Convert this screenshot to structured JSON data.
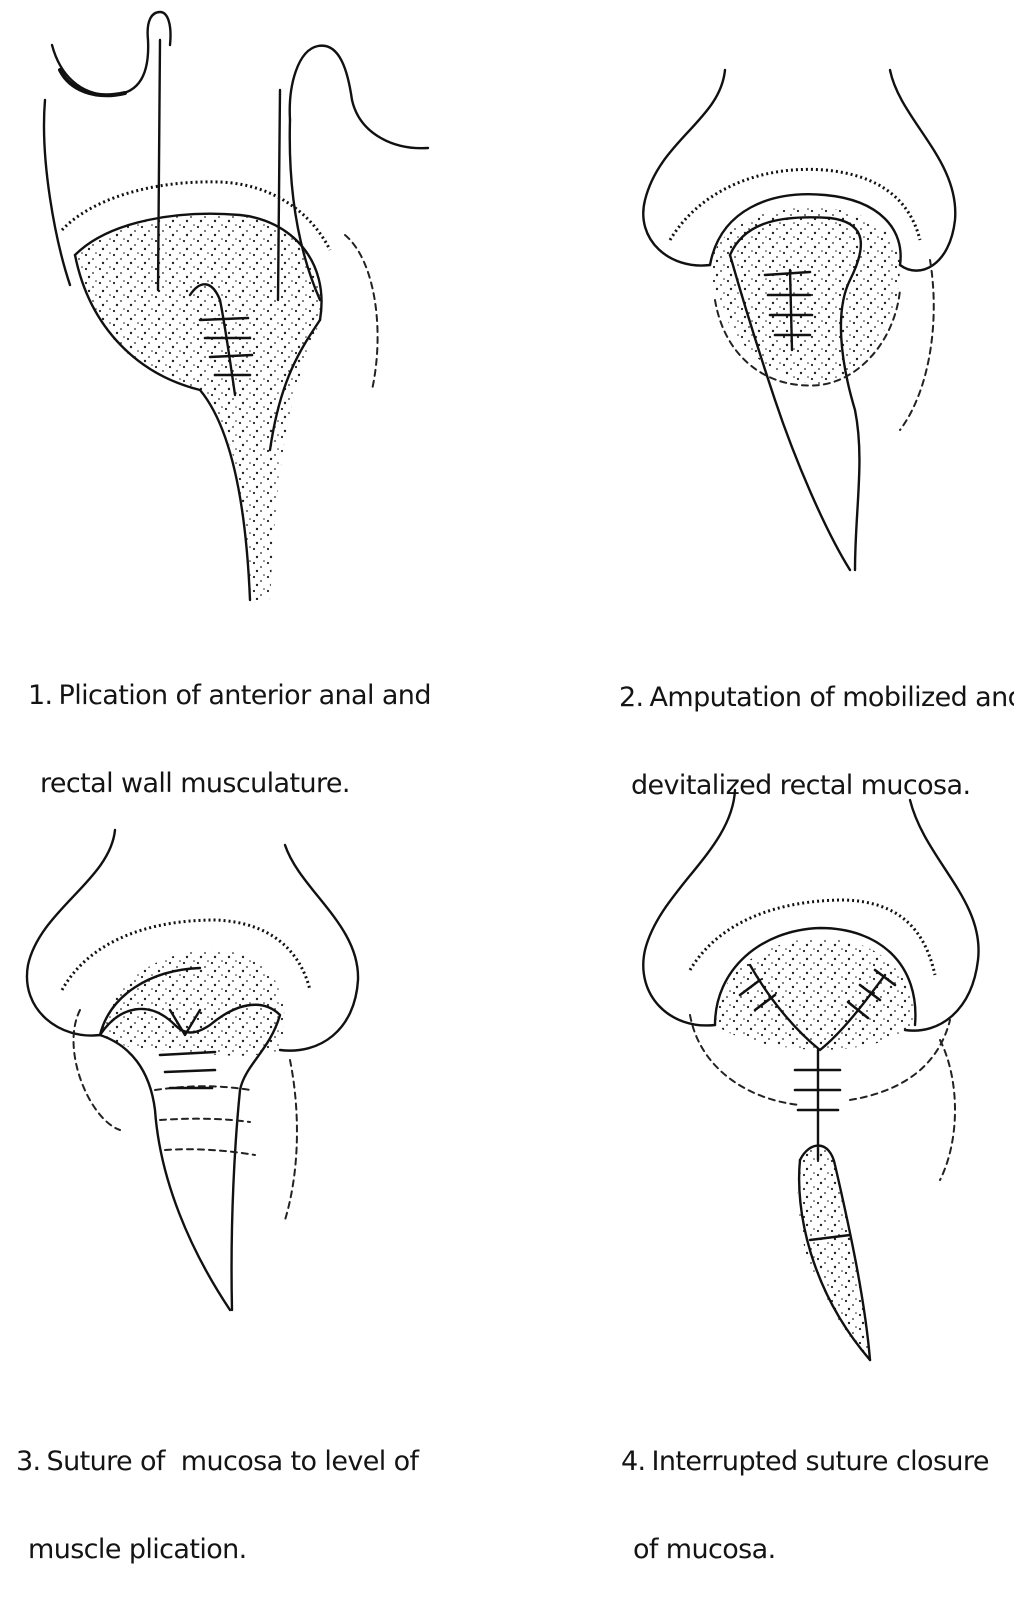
{
  "figures": [
    {
      "number": "1.",
      "caption_line1": "Plication of anterior anal and",
      "caption_line2": "rectal wall musculature."
    },
    {
      "number": "2.",
      "caption_line1": "Amputation of mobilized and",
      "caption_line2": "devitalized rectal mucosa."
    },
    {
      "number": "3.",
      "caption_line1": "Suture of  mucosa to level of",
      "caption_line2": "muscle plication."
    },
    {
      "number": "4.",
      "caption_line1": "Interrupted suture closure",
      "caption_line2": "of mucosa."
    }
  ]
}
